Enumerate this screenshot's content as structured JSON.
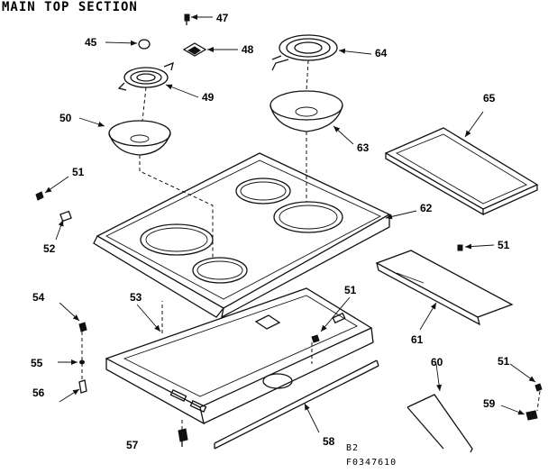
{
  "title": "MAIN TOP SECTION",
  "codes": {
    "line1": "B2",
    "line2": "F0347610"
  },
  "labels": {
    "p45": "45",
    "p47": "47",
    "p48": "48",
    "p49": "49",
    "p50": "50",
    "p51a": "51",
    "p51b": "51",
    "p51c": "51",
    "p51d": "51",
    "p52": "52",
    "p53": "53",
    "p54": "54",
    "p55": "55",
    "p56": "56",
    "p57": "57",
    "p58": "58",
    "p59": "59",
    "p60": "60",
    "p61": "61",
    "p62": "62",
    "p63": "63",
    "p64": "64",
    "p65": "65"
  }
}
